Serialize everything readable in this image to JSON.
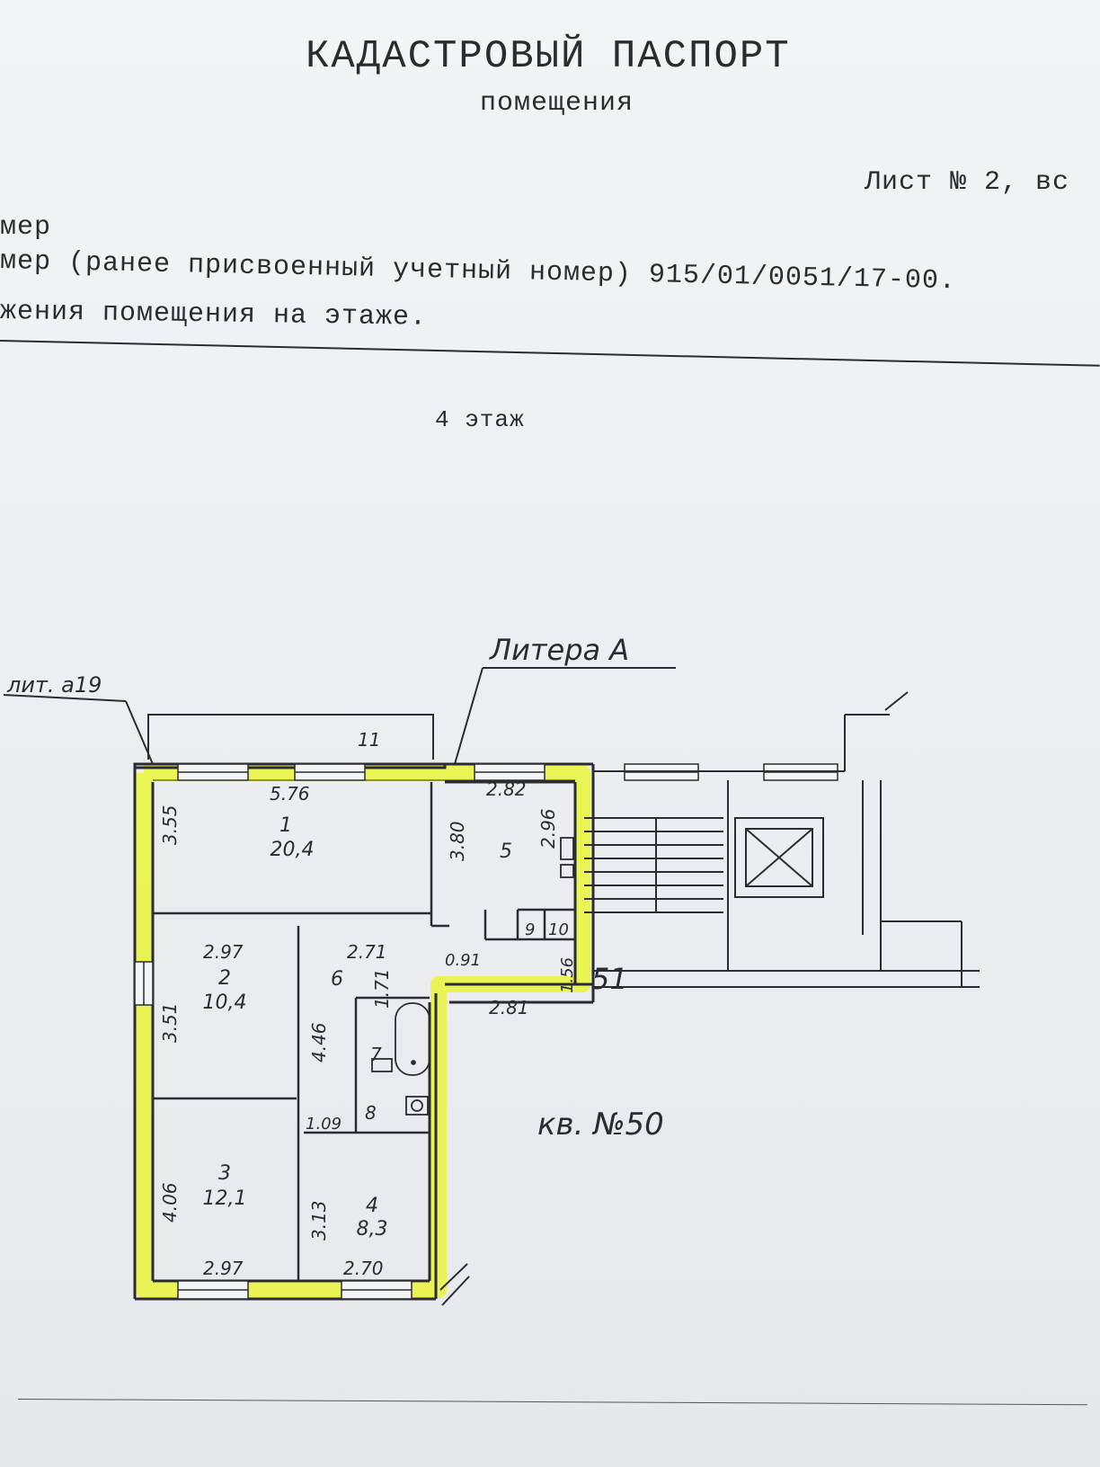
{
  "header": {
    "title": "КАДАСТРОВЫЙ ПАСПОРТ",
    "subtitle": "помещения",
    "sheet": "Лист № 2, вс"
  },
  "fields": {
    "line1": "мер",
    "line2": "мер (ранее присвоенный учетный номер) 915/01/0051/17-00.",
    "line3": "жения помещения на этаже."
  },
  "floor_label": "4 этаж",
  "plan": {
    "litera": "Литера А",
    "lit_a19": "лит. а19",
    "apartment_label": "кв. №50",
    "neighbor_number": "51",
    "balcony_number": "11",
    "rooms": [
      {
        "no": "1",
        "area": "20,4"
      },
      {
        "no": "2",
        "area": "10,4"
      },
      {
        "no": "3",
        "area": "12,1"
      },
      {
        "no": "4",
        "area": "8,3"
      },
      {
        "no": "5"
      },
      {
        "no": "6"
      },
      {
        "no": "7"
      },
      {
        "no": "8"
      },
      {
        "no": "9"
      },
      {
        "no": "10"
      }
    ],
    "dims": {
      "d576": "5.76",
      "d282": "2.82",
      "d355": "3.55",
      "d380": "3.80",
      "d296": "2.96",
      "d297a": "2.97",
      "d271": "2.71",
      "d091": "0.91",
      "d156": "1.56",
      "d351": "3.51",
      "d171": "1.71",
      "d446": "4.46",
      "d281": "2.81",
      "d109": "1.09",
      "d406": "4.06",
      "d313": "3.13",
      "d297b": "2.97",
      "d270": "2.70"
    },
    "highlight_color": "#e9f53a"
  }
}
